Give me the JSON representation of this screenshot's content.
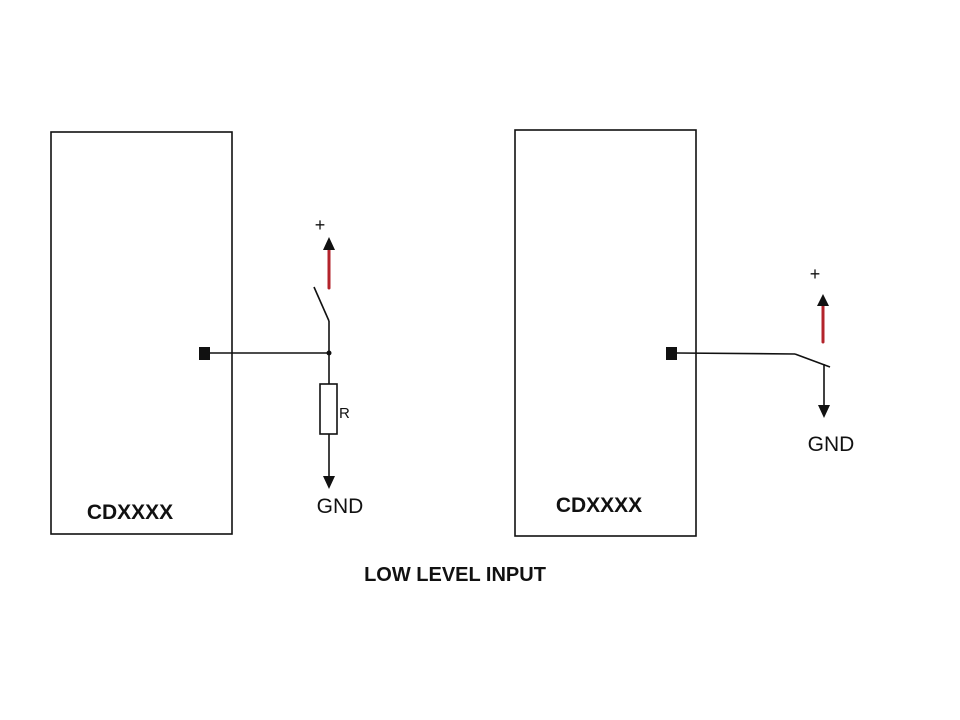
{
  "diagram": {
    "caption": "LOW LEVEL INPUT",
    "left_circuit": {
      "chip_label": "CDXXXX",
      "supply_label": "+",
      "resistor_label": "R",
      "ground_label": "GND"
    },
    "right_circuit": {
      "chip_label": "CDXXXX",
      "supply_label": "+",
      "ground_label": "GND"
    }
  },
  "colors": {
    "line": "#111111",
    "supply_arrow": "#b3232b",
    "background": "#ffffff"
  }
}
